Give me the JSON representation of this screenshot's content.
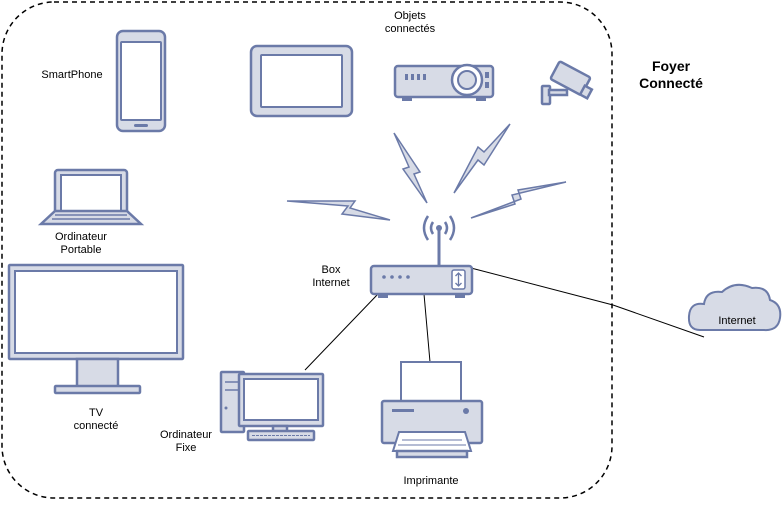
{
  "diagram": {
    "title": "Foyer\nConnecté",
    "labels": {
      "smartphone": "SmartPhone",
      "objets": "Objets\nconnectés",
      "laptop": "Ordinateur\nPortable",
      "box": "Box\nInternet",
      "tv": "TV\nconnecté",
      "desktop": "Ordinateur\nFixe",
      "printer": "Imprimante",
      "internet": "Internet"
    }
  }
}
